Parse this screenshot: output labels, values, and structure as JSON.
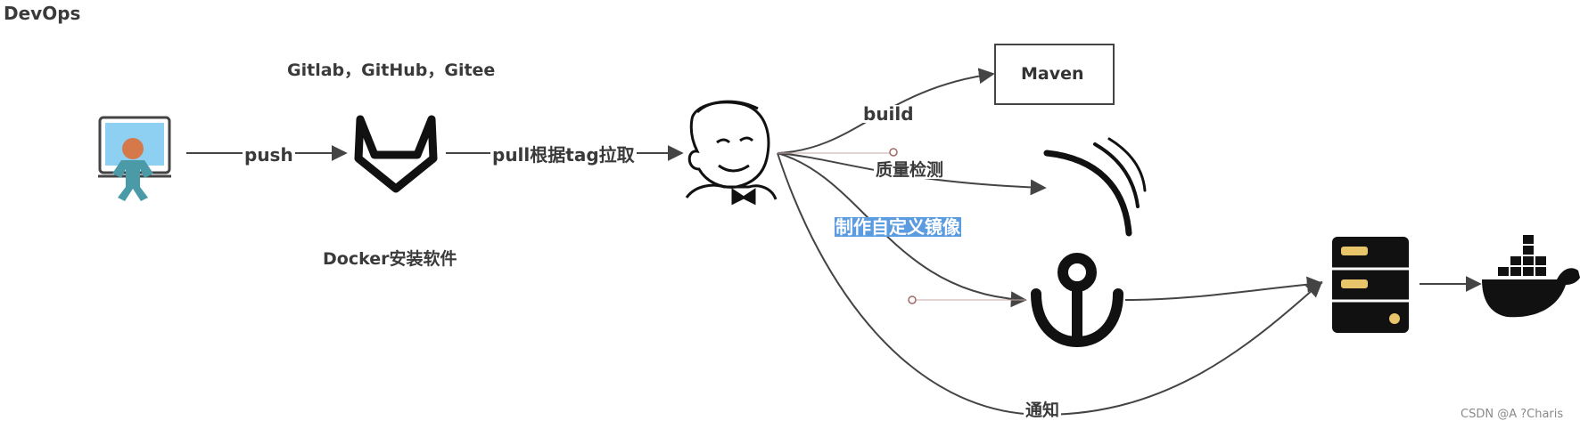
{
  "title": "DevOps",
  "repos_label": "Gitlab，GitHub，Gitee",
  "docker_install_label": "Docker安装软件",
  "edges": {
    "push": "push",
    "pull": "pull根据tag拉取",
    "build": "build",
    "quality": "质量检测",
    "custom_image": "制作自定义镜像",
    "notify": "通知"
  },
  "nodes": {
    "maven": "Maven"
  },
  "watermark": "CSDN @A ?Charis",
  "colors": {
    "line": "#444444",
    "text": "#3a3a3a",
    "selection": "#5b9be0",
    "server_accent": "#e8c46a",
    "developer_teal": "#4a9aa8",
    "screen_blue": "#8dd0f2"
  },
  "icons": [
    "developer-computer-icon",
    "gitlab-icon",
    "jenkins-icon",
    "sonarqube-icon",
    "harbor-anchor-icon",
    "server-icon",
    "docker-whale-icon"
  ]
}
